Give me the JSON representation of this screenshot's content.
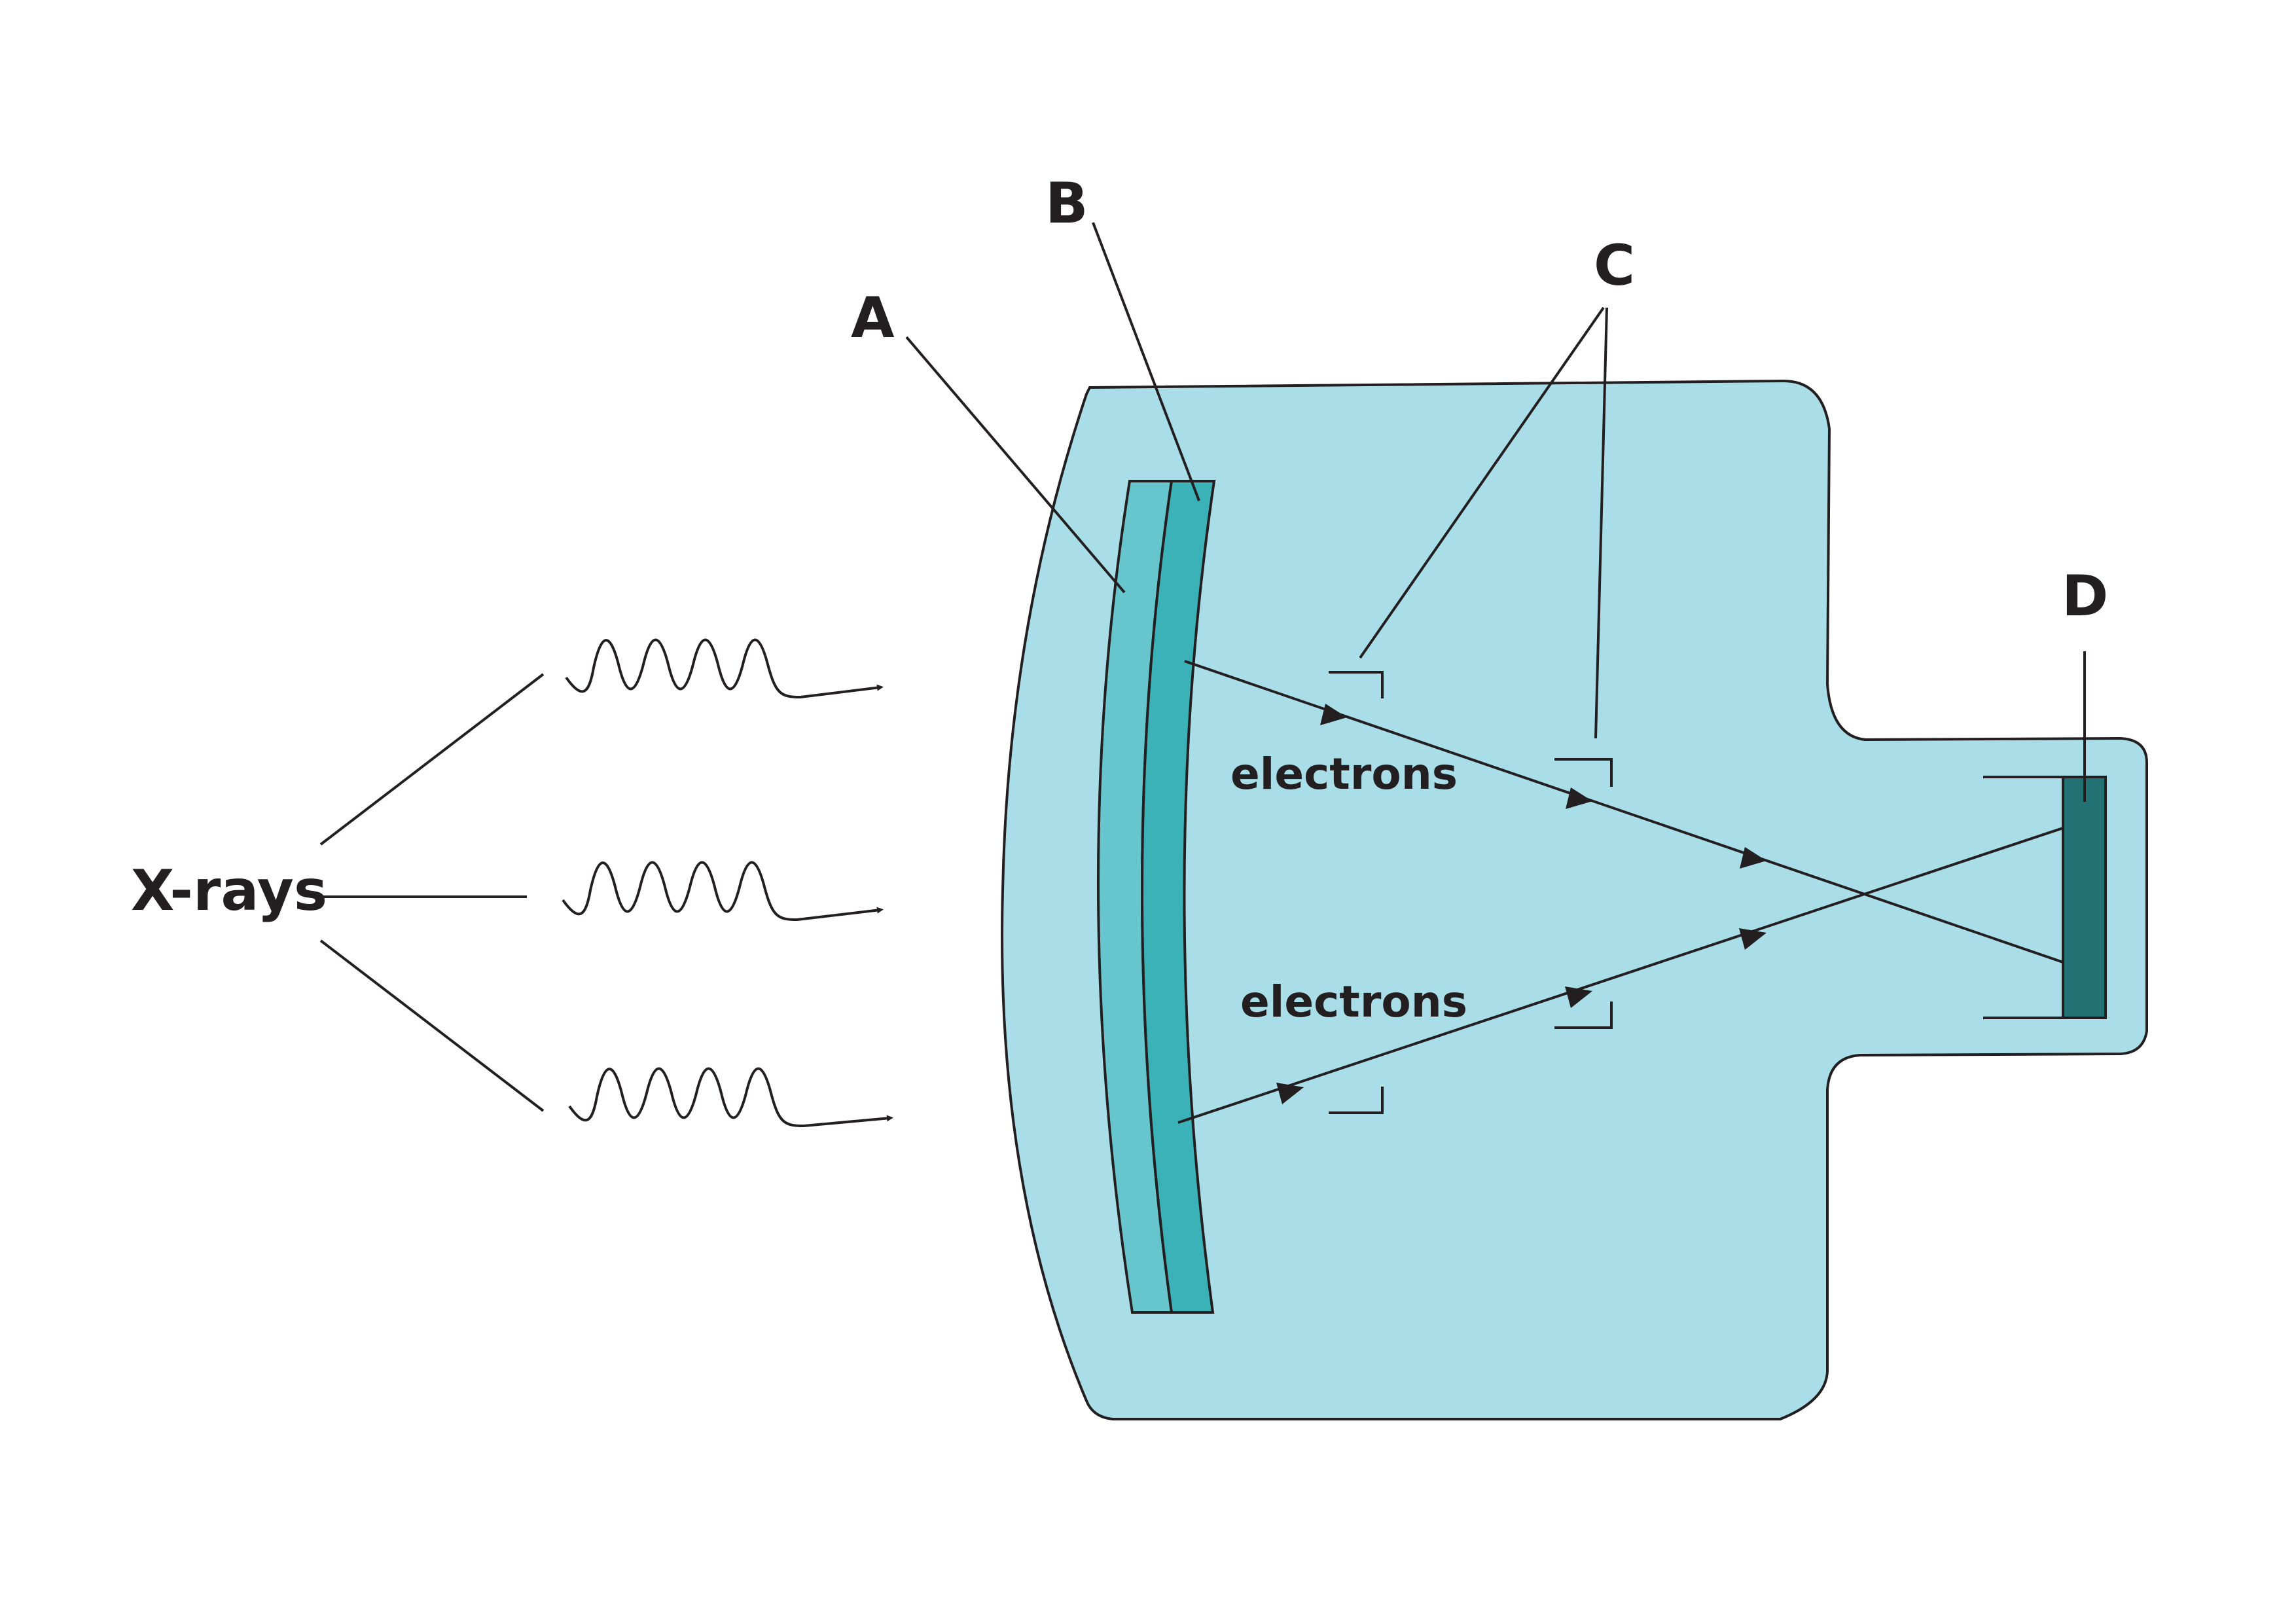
{
  "labels": {
    "a": "A",
    "b": "B",
    "c": "C",
    "d": "D",
    "xrays": "X-rays",
    "electrons_upper": "electrons",
    "electrons_lower": "electrons"
  },
  "colors": {
    "tube_fill": "#a9dee9",
    "photocathode_outer": "#67c6cd",
    "photocathode_inner": "#3bb2b8",
    "screen": "#237273",
    "ink": "#231f20"
  }
}
